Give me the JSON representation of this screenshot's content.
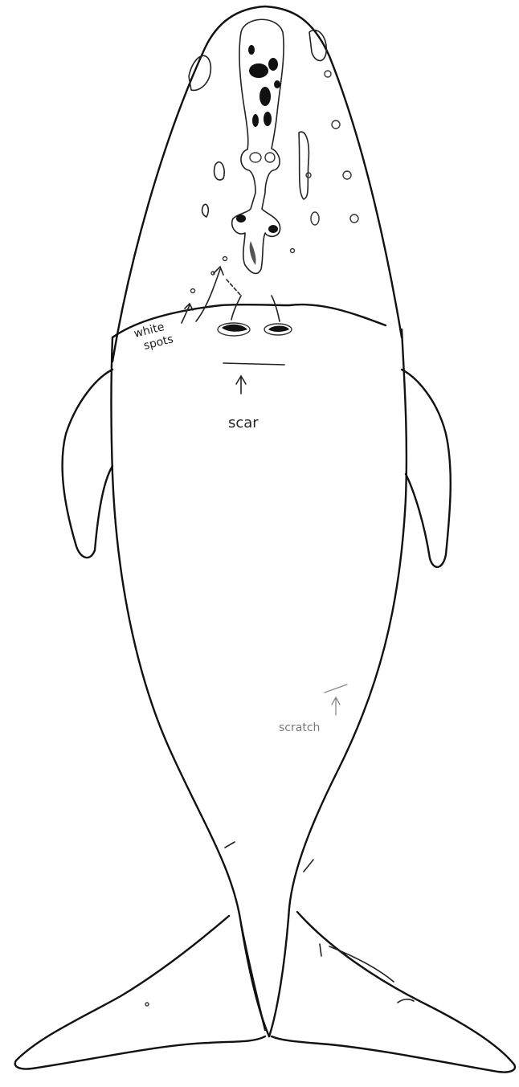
{
  "drawing": {
    "subject": "whale-ventral-sketch",
    "labels": {
      "white_spots_line1": "white",
      "white_spots_line2": "spots",
      "scar": "scar",
      "scratch": "scratch"
    },
    "colors": {
      "ink": "#111111",
      "pencil": "#777777",
      "paper": "#ffffff"
    }
  }
}
